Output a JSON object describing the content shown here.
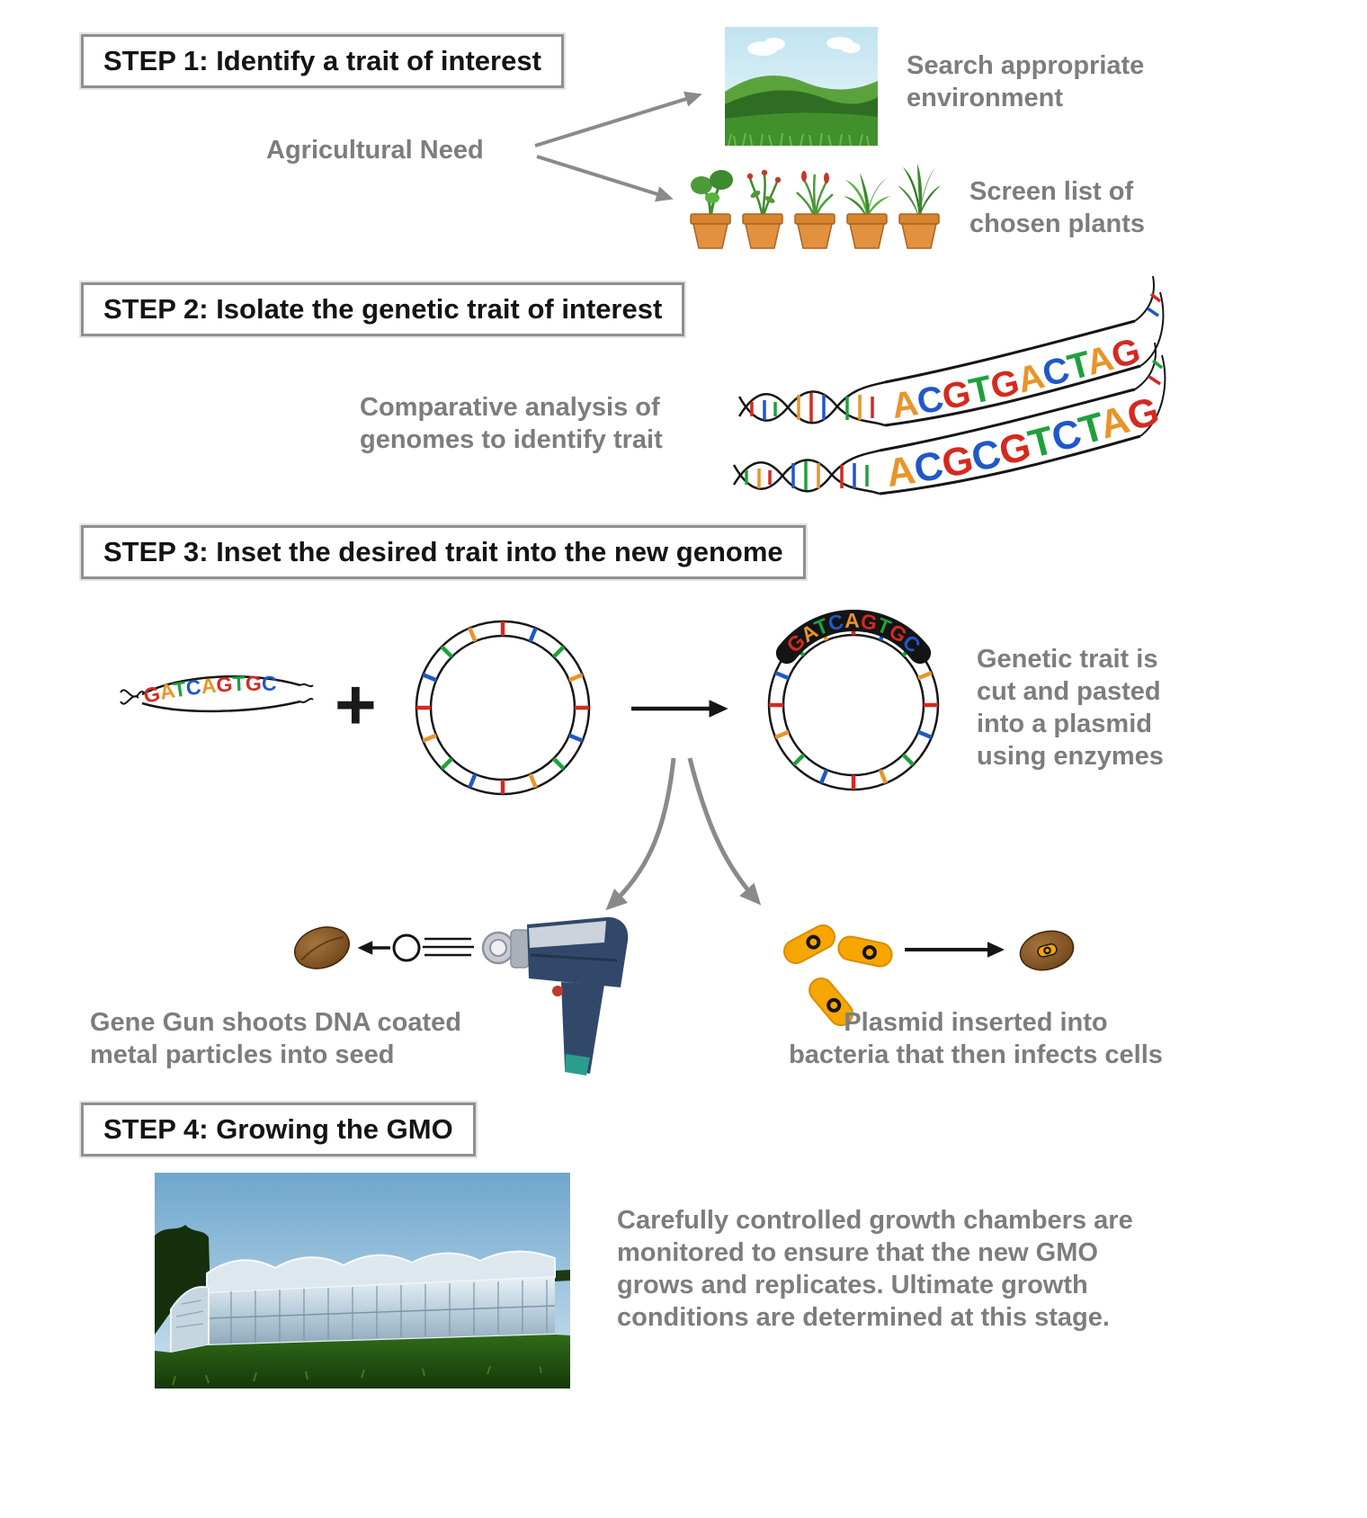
{
  "colors": {
    "base_map": {
      "A": "#e8952a",
      "C": "#1f58c9",
      "G": "#d42a20",
      "T": "#1fa03c"
    },
    "gray_text": "#7d7d7d",
    "arrow_gray": "#8a8a8a",
    "arrow_black": "#151515",
    "bacteria_orange": "#f7a600"
  },
  "step1": {
    "title": "STEP 1: Identify a trait of interest",
    "need_label": "Agricultural Need",
    "environment_caption": "Search appropriate\nenvironment",
    "plants_caption": "Screen list of\nchosen plants"
  },
  "step2": {
    "title": "STEP 2: Isolate the genetic trait of interest",
    "analysis_caption": "Comparative analysis of\ngenomes to identify trait",
    "sequence_top": "ACGTGACTAG",
    "sequence_bottom": "ACGCGTCTAG"
  },
  "step3": {
    "title": "STEP 3: Inset the desired trait into the new genome",
    "plus_sign": "+",
    "fragment_sequence": "GATCAGTGC",
    "insert_sequence": "GATCAGTGC",
    "plasmid_caption": "Genetic trait is\ncut and pasted\ninto a plasmid\nusing enzymes",
    "gene_gun_caption": "Gene Gun shoots DNA coated\nmetal particles into seed",
    "bacteria_caption": "Plasmid inserted into\nbacteria that then infects cells"
  },
  "step4": {
    "title": "STEP 4: Growing the GMO",
    "caption": "Carefully controlled growth chambers are\nmonitored to ensure that the new GMO\ngrows and replicates. Ultimate growth\nconditions are determined at this stage."
  }
}
